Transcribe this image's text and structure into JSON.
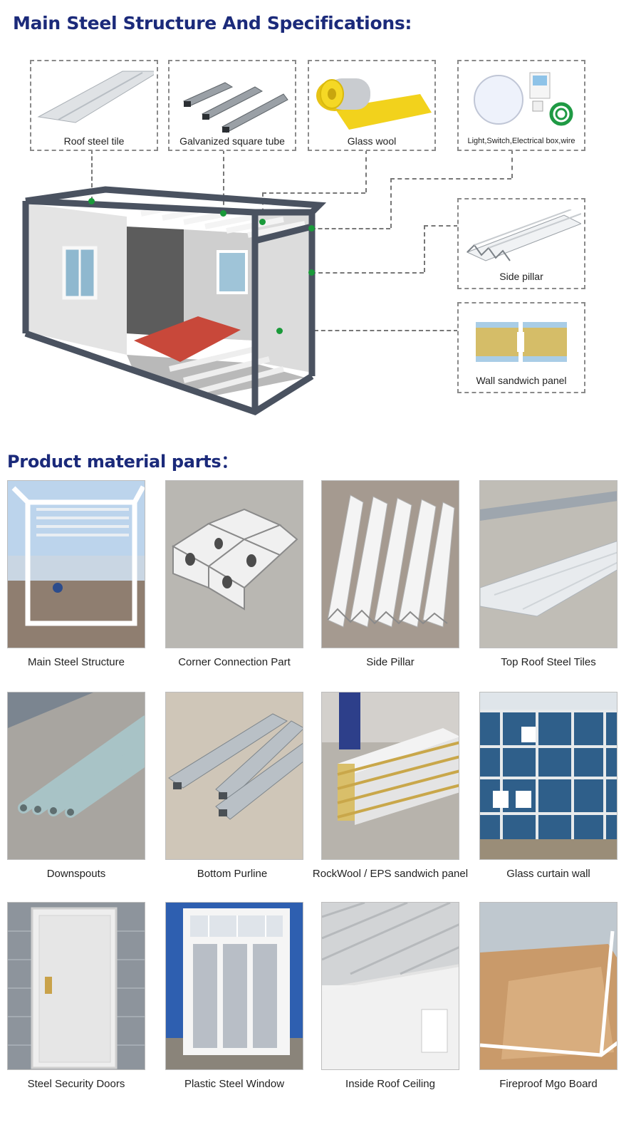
{
  "headings": {
    "structure": "Main Steel Structure And Specifications:",
    "materials": "Product material parts："
  },
  "spec_labels": {
    "roof_tile": "Roof steel tile",
    "square_tube": "Galvanized square tube",
    "glass_wool": "Glass wool",
    "electrical": "Light,Switch,Electrical box,wire",
    "side_pillar": "Side pillar",
    "wall_panel": "Wall sandwich panel"
  },
  "parts": [
    {
      "label": "Main Steel Structure"
    },
    {
      "label": "Corner Connection Part"
    },
    {
      "label": "Side Pillar"
    },
    {
      "label": "Top Roof Steel Tiles"
    },
    {
      "label": "Downspouts"
    },
    {
      "label": "Bottom Purline"
    },
    {
      "label": "RockWool / EPS sandwich panel"
    },
    {
      "label": "Glass curtain wall"
    },
    {
      "label": "Steel Security Doors"
    },
    {
      "label": "Plastic Steel Window"
    },
    {
      "label": "Inside Roof Ceiling"
    },
    {
      "label": "Fireproof Mgo Board"
    }
  ],
  "colors": {
    "heading": "#1b2a7a",
    "frame": "#4a5260",
    "marker": "#1a9a3a"
  }
}
